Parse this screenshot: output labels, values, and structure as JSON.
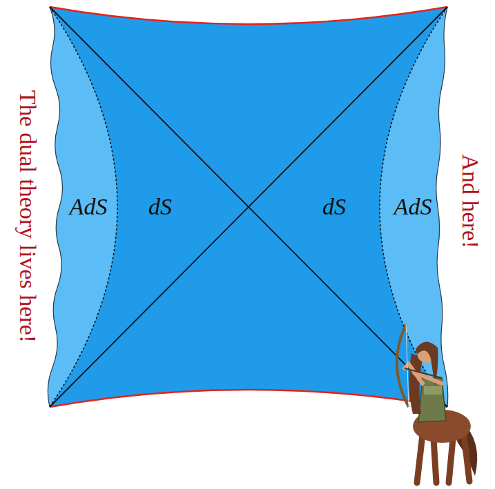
{
  "diagram": {
    "labels": [
      "The dual theory lives here!",
      "AdS",
      "dS",
      "dS",
      "AdS",
      "And here!"
    ]
  }
}
